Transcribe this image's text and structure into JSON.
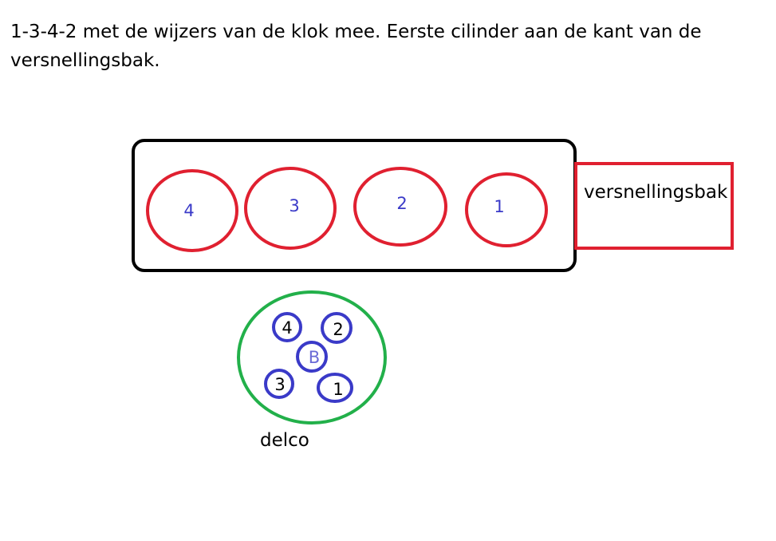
{
  "heading": {
    "text": "1-3-4-2 met de wijzers van de klok mee. Eerste cilinder aan de kant van de versnellingsbak."
  },
  "engine": {
    "cylinders": [
      {
        "label": "4"
      },
      {
        "label": "3"
      },
      {
        "label": "2"
      },
      {
        "label": "1"
      }
    ]
  },
  "gearbox": {
    "label": "versnellingsbak"
  },
  "distributor": {
    "label": "delco",
    "center_label": "B",
    "terminals": [
      {
        "label": "4"
      },
      {
        "label": "2"
      },
      {
        "label": "3"
      },
      {
        "label": "1"
      }
    ]
  },
  "colors": {
    "cylinder_outline": "#e02030",
    "gearbox_outline": "#e02030",
    "engine_outline": "#000000",
    "distributor_outline": "#22b04a",
    "terminal_outline": "#3a3ac8",
    "label_blue": "#3a3ac8"
  }
}
